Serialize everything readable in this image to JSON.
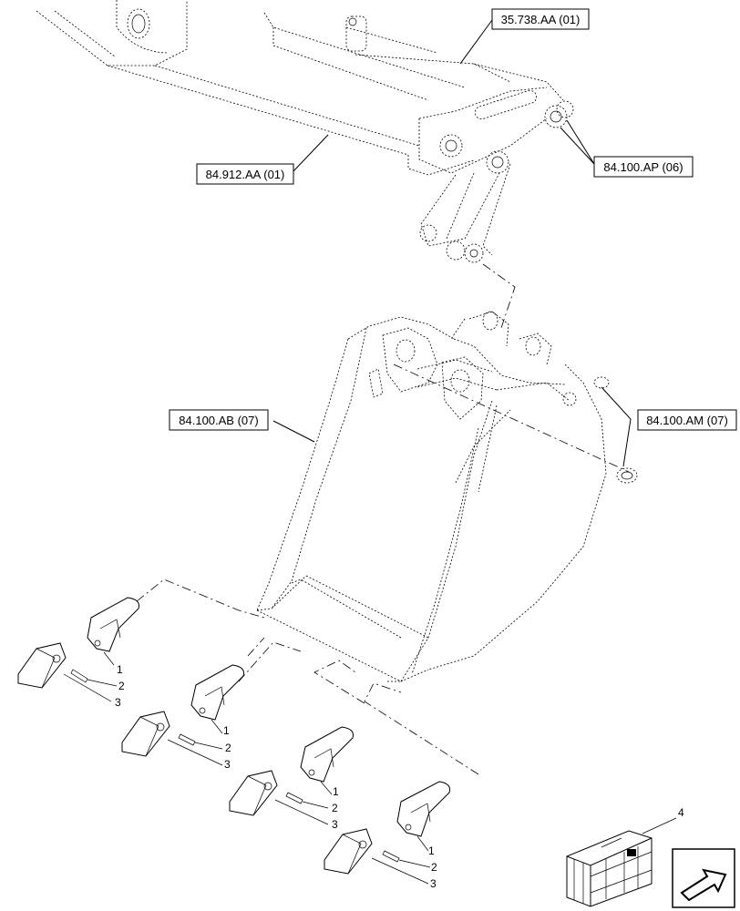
{
  "references": {
    "arm_top": "35.738.AA (01)",
    "arm": "84.912.AA (01)",
    "linkage": "84.100.AP (06)",
    "bucket": "84.100.AB (07)",
    "pin_bushing": "84.100.AM (07)"
  },
  "callouts": {
    "tooth": "1",
    "pin": "2",
    "adapter": "3",
    "kit": "4"
  },
  "icons": {
    "kit_box": "crate-icon",
    "navigation": "next-page-arrow-icon"
  }
}
